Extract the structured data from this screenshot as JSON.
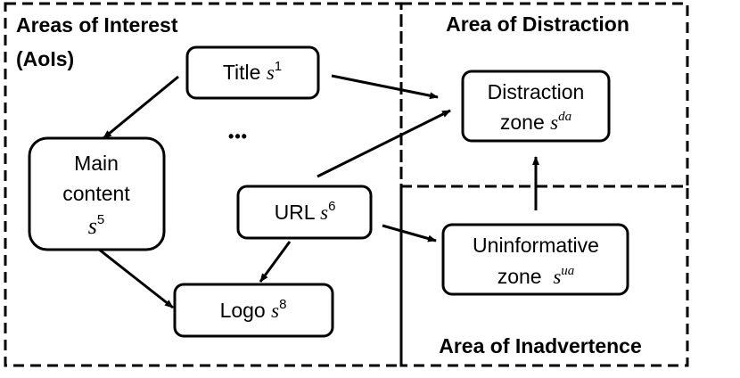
{
  "regions": {
    "interest_title_line1": "Areas of Interest",
    "interest_title_line2": "(AoIs)",
    "distraction_title": "Area of Distraction",
    "inadvertence_title": "Area of Inadvertence"
  },
  "nodes": {
    "title": {
      "text": "Title ",
      "sym": "s",
      "sup": "1"
    },
    "main_content": {
      "line1": "Main",
      "line2": "content",
      "sym": "s",
      "sup": "5"
    },
    "url": {
      "text": "URL ",
      "sym": "s",
      "sup": "6"
    },
    "logo": {
      "text": "Logo ",
      "sym": "s",
      "sup": "8"
    },
    "distraction_zone": {
      "line1": "Distraction",
      "line2": "zone ",
      "sym": "s",
      "sup": "da"
    },
    "uninformative_zone": {
      "line1": "Uninformative",
      "line2": "zone  ",
      "sym": "s",
      "sup": "ua"
    }
  },
  "ellipsis": "•••"
}
